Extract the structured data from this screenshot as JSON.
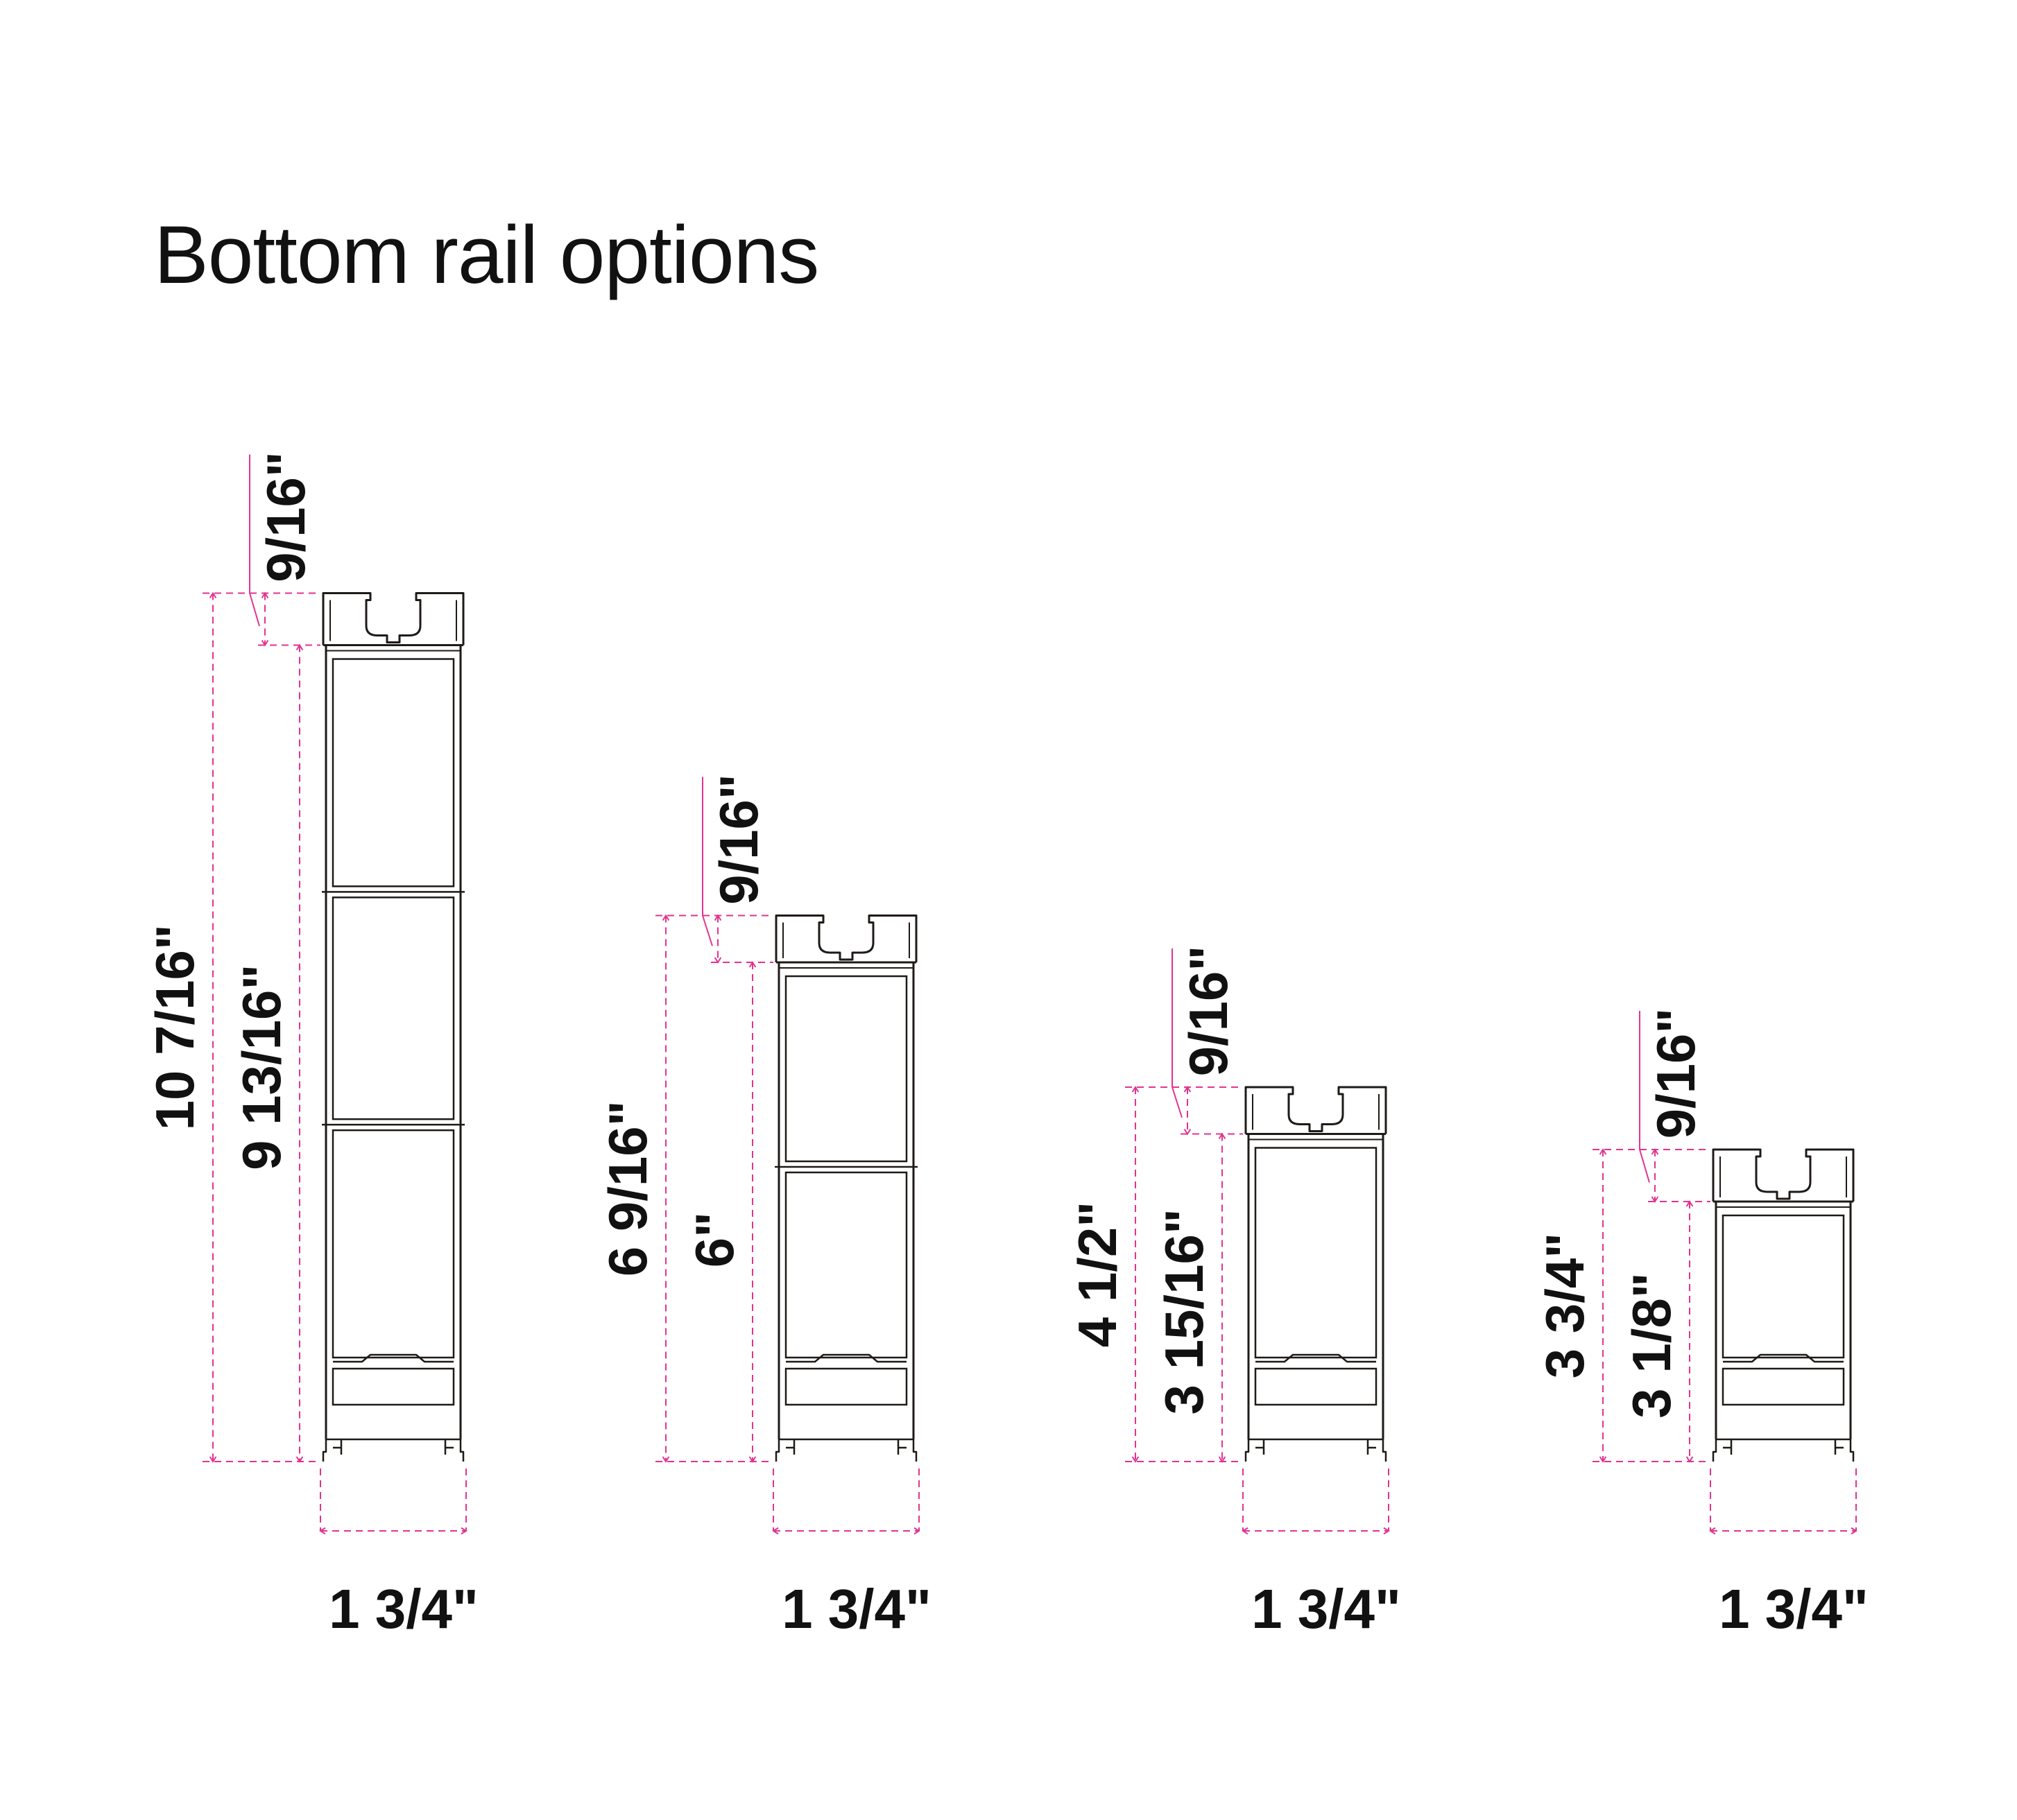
{
  "title": "Bottom rail options",
  "colors": {
    "outline": "#1e1a17",
    "dimension": "#e2338f",
    "text": "#111111",
    "background": "#ffffff"
  },
  "rails": [
    {
      "name": "rail-1",
      "height_in": 10.4375,
      "body_in": 9.8125,
      "overall_label": "10 7/16\"",
      "body_label": "9 13/16\"",
      "top_label": "9/16\"",
      "width_label": "1 3/4\"",
      "chambers": 3
    },
    {
      "name": "rail-2",
      "height_in": 6.5625,
      "body_in": 6,
      "overall_label": "6 9/16\"",
      "body_label": "6\"",
      "top_label": "9/16\"",
      "width_label": "1 3/4\"",
      "chambers": 2
    },
    {
      "name": "rail-3",
      "height_in": 4.5,
      "body_in": 3.9375,
      "overall_label": "4 1/2\"",
      "body_label": "3 15/16\"",
      "top_label": "9/16\"",
      "width_label": "1 3/4\"",
      "chambers": 1
    },
    {
      "name": "rail-4",
      "height_in": 3.75,
      "body_in": 3.125,
      "overall_label": "3 3/4\"",
      "body_label": "3 1/8\"",
      "top_label": "9/16\"",
      "width_label": "1 3/4\"",
      "chambers": 1
    }
  ]
}
